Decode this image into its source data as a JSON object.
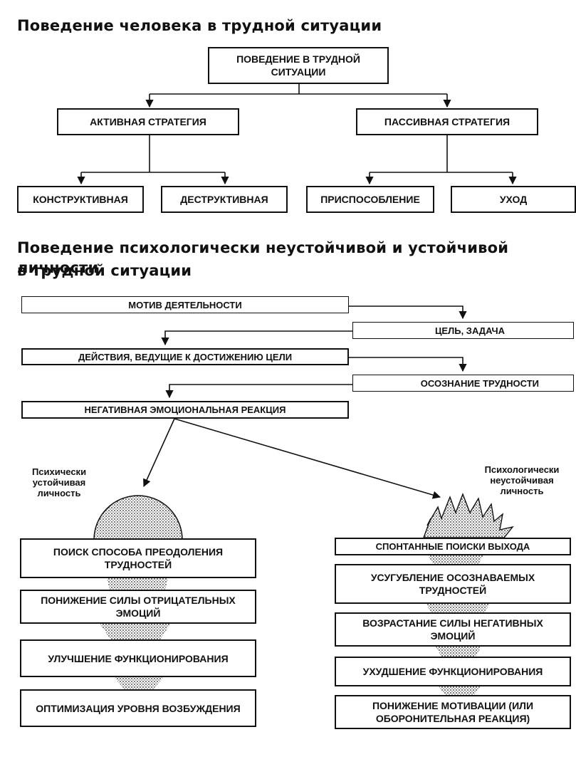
{
  "section1": {
    "title": "Поведение человека в трудной ситуации",
    "root": "ПОВЕДЕНИЕ В ТРУДНОЙ СИТУАЦИИ",
    "active": "АКТИВНАЯ СТРАТЕГИЯ",
    "passive": "ПАССИВНАЯ СТРАТЕГИЯ",
    "constructive": "КОНСТРУКТИВНАЯ",
    "destructive": "ДЕСТРУКТИВНАЯ",
    "adaptation": "ПРИСПОСОБЛЕНИЕ",
    "withdrawal": "УХОД"
  },
  "section2": {
    "title_line1": "Поведение психологически неустойчивой и устойчивой личности",
    "title_line2": "в трудной ситуации",
    "motive": "МОТИВ ДЕЯТЕЛЬНОСТИ",
    "goal": "ЦЕЛЬ, ЗАДАЧА",
    "actions": "ДЕЙСТВИЯ, ВЕДУЩИЕ К ДОСТИЖЕНИЮ ЦЕЛИ",
    "awareness": "ОСОЗНАНИЕ ТРУДНОСТИ",
    "negative_reaction": "НЕГАТИВНАЯ ЭМОЦИОНАЛЬНАЯ РЕАКЦИЯ",
    "stable_label": "Психически устойчивая личность",
    "unstable_label": "Психологически неустойчивая личность",
    "left_steps": [
      "ПОИСК СПОСОБА ПРЕОДОЛЕНИЯ ТРУДНОСТЕЙ",
      "ПОНИЖЕНИЕ СИЛЫ ОТРИЦАТЕЛЬНЫХ ЭМОЦИЙ",
      "УЛУЧШЕНИЕ ФУНКЦИОНИРОВАНИЯ",
      "ОПТИМИЗАЦИЯ УРОВНЯ ВОЗБУЖДЕНИЯ"
    ],
    "right_steps": [
      "СПОНТАННЫЕ ПОИСКИ ВЫХОДА",
      "УСУГУБЛЕНИЕ ОСОЗНАВАЕМЫХ ТРУДНОСТЕЙ",
      "ВОЗРАСТАНИЕ СИЛЫ НЕГАТИВНЫХ ЭМОЦИЙ",
      "УХУДШЕНИЕ ФУНКЦИОНИРОВАНИЯ",
      "ПОНИЖЕНИЕ МОТИВАЦИИ (ИЛИ ОБОРОНИТЕЛЬНАЯ РЕАКЦИЯ)"
    ]
  }
}
